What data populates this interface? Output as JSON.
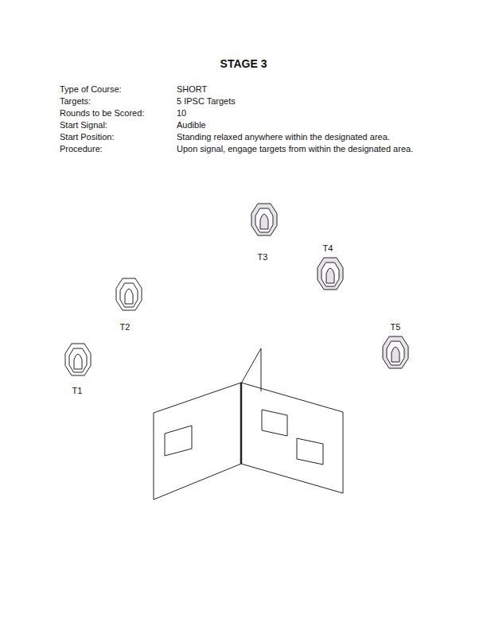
{
  "diagram": {
    "title": "STAGE 3",
    "labels": [
      "Type of Course:",
      "SHORT",
      "Targets:",
      "5 IPSC Targets",
      "Rounds to be Scored:",
      "10",
      "Start Signal:",
      "Audible",
      "Start Position:",
      "Standing relaxed anywhere within the designated area.",
      "Procedure:",
      "Upon signal, engage targets from within the designated area.",
      "T3",
      "T4",
      "T2",
      "T5",
      "T1"
    ]
  }
}
